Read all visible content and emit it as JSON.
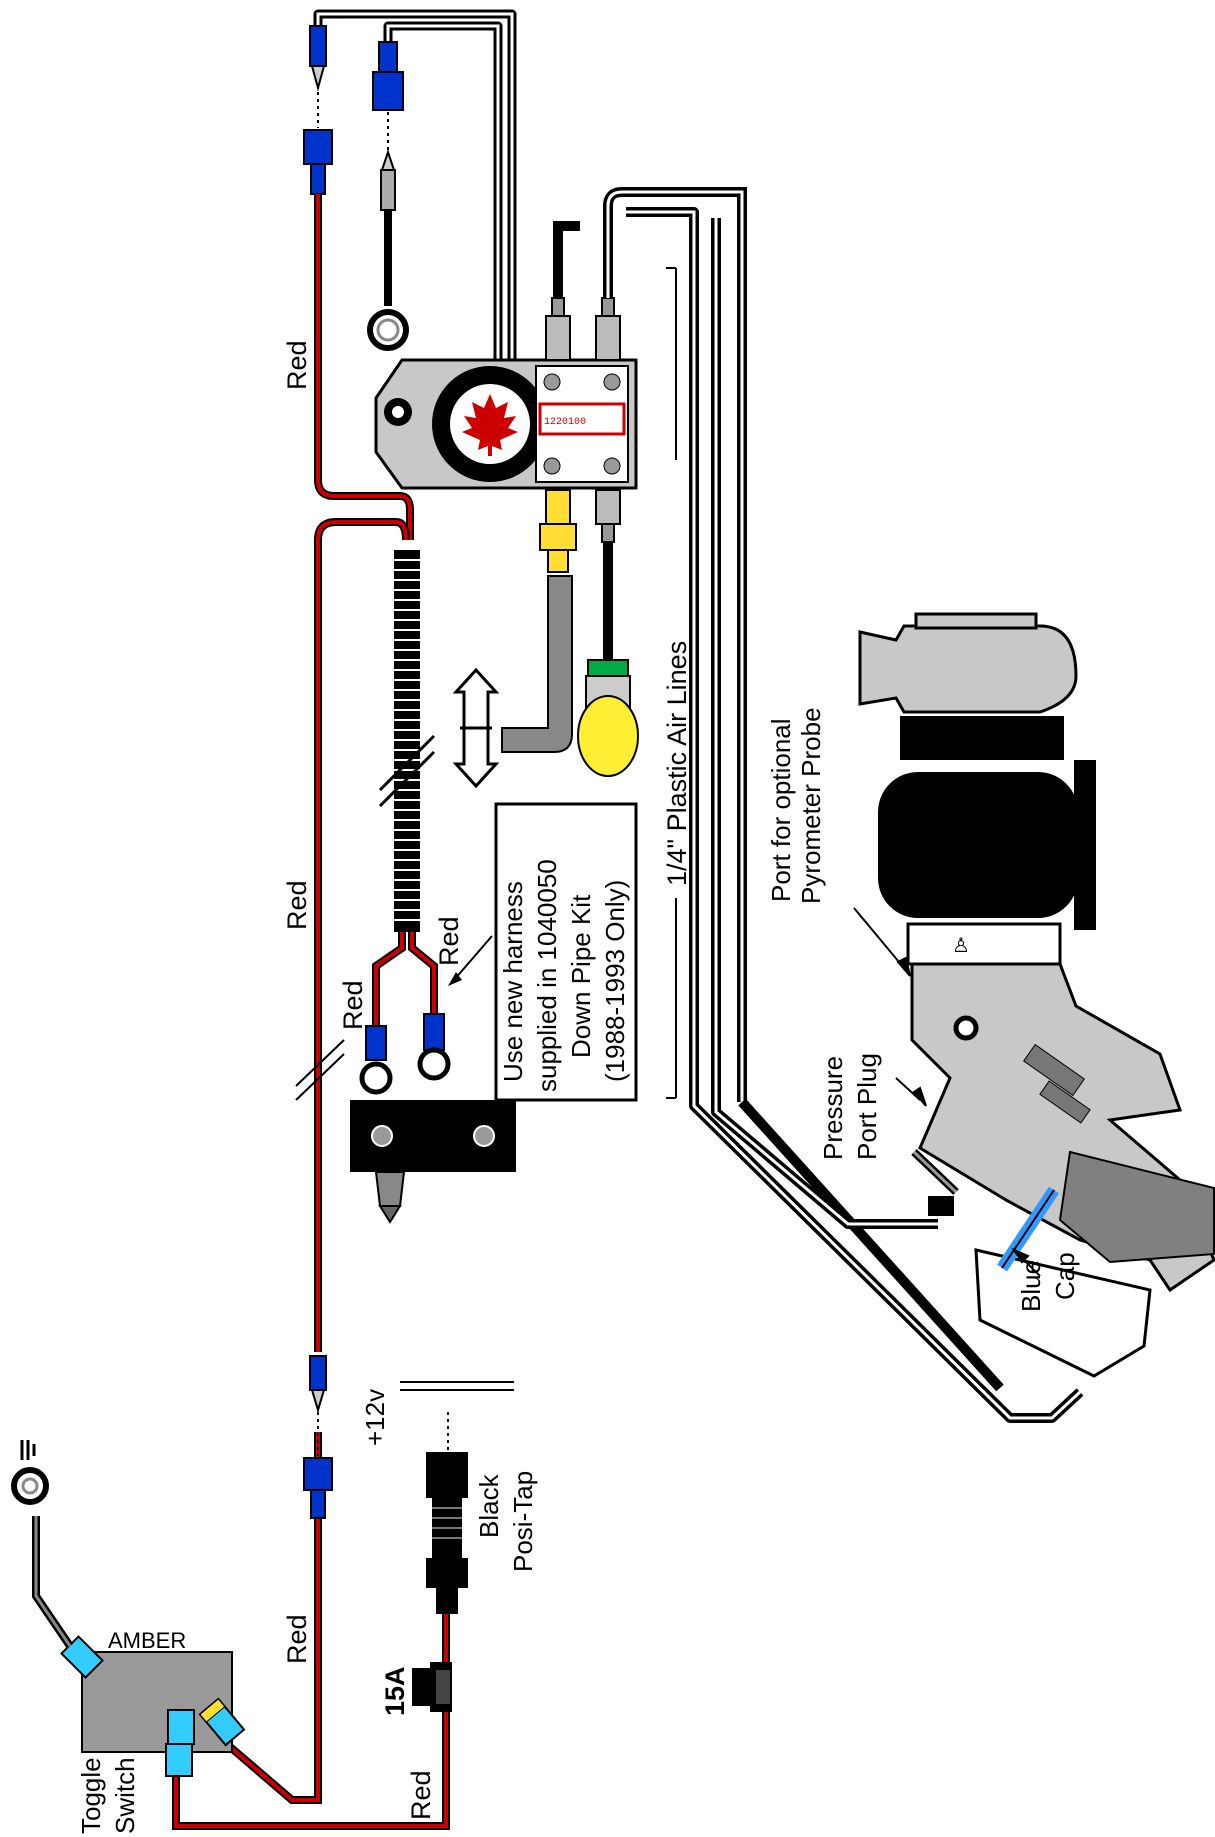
{
  "labels": {
    "red_top": "Red",
    "red_middle": "Red",
    "red_bottom_left": "Red",
    "red_bottom": "Red",
    "red_harness_a": "Red",
    "red_harness_b": "Red",
    "plastic_air_lines": "1/4\" Plastic Air Lines",
    "harness_note_1": "Use new harness",
    "harness_note_2": "supplied in 1040050",
    "harness_note_3": "Down Pipe Kit",
    "harness_note_4": "(1988-1993 Only)",
    "pyrometer_1": "Port for optional",
    "pyrometer_2": "Pyrometer Probe",
    "pressure_1": "Pressure",
    "pressure_2": "Port Plug",
    "blue_cap_1": "Blue",
    "blue_cap_2": "Cap",
    "plus12v": "+12v",
    "posi_tap_1": "Black",
    "posi_tap_2": "Posi-Tap",
    "fuse": "15A",
    "toggle_1": "Toggle",
    "toggle_2": "Switch",
    "amber": "AMBER",
    "valve_part": "1220100"
  },
  "colors": {
    "red_wire": "#cc0000",
    "black_wire": "#000000",
    "blue_connector": "#0033cc",
    "cyan_connector": "#33ccff",
    "yellow_fitting": "#ffee33",
    "grey_body": "#c8c8c8",
    "dark_grey": "#808080",
    "blue_cap": "#3399ff"
  },
  "icons": [
    "maple-leaf-icon",
    "ground-icon"
  ]
}
